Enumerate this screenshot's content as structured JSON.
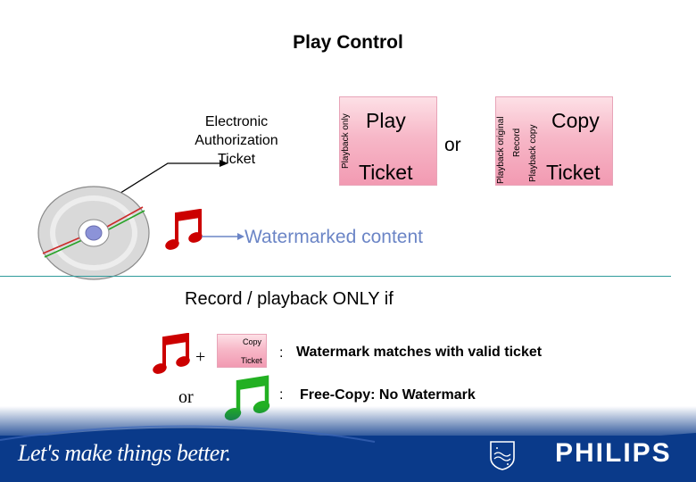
{
  "title": "Play Control",
  "eat_label": "Electronic Authorization Ticket",
  "play_ticket": {
    "side_label": "Playback only",
    "top_word": "Play",
    "bottom_word": "Ticket"
  },
  "middle_or": "or",
  "copy_ticket": {
    "side_labels": [
      "Playback original",
      "Record",
      "Playback copy"
    ],
    "top_word": "Copy",
    "bottom_word": "Ticket"
  },
  "watermarked_content": "Watermarked content",
  "record_condition": "Record / playback ONLY if",
  "plus_sign": "+",
  "mini_ticket": {
    "top": "Copy",
    "bottom": "Ticket"
  },
  "rule1": {
    "colon": ":",
    "text": "Watermark matches with valid ticket"
  },
  "bottom_or": "or",
  "rule2": {
    "colon": ":",
    "text": "Free-Copy: No Watermark"
  },
  "footer": {
    "slogan": "Let's make things better.",
    "brand": "PHILIPS"
  },
  "colors": {
    "note_red": "#cc0000",
    "note_green": "#22b022",
    "ticket_pink": "#f4a6bc",
    "watermark_text": "#6b85c6",
    "footer_blue": "#0a3a8a"
  }
}
